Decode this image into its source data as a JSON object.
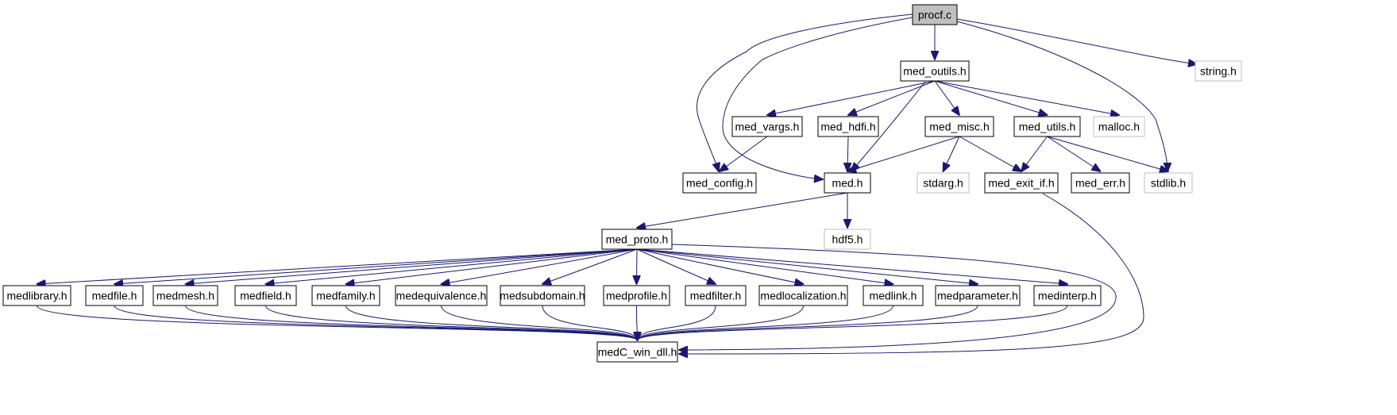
{
  "colors": {
    "edge": "#191970",
    "node_border": "#000000",
    "external_border": "#bfbfbf",
    "root_fill": "#bfbfbf",
    "background": "#ffffff"
  },
  "nodes": {
    "procf_c": {
      "label": "procf.c",
      "kind": "root"
    },
    "med_outils_h": {
      "label": "med_outils.h",
      "kind": "internal"
    },
    "string_h": {
      "label": "string.h",
      "kind": "external"
    },
    "med_vargs_h": {
      "label": "med_vargs.h",
      "kind": "internal"
    },
    "med_hdfi_h": {
      "label": "med_hdfi.h",
      "kind": "internal"
    },
    "med_misc_h": {
      "label": "med_misc.h",
      "kind": "internal"
    },
    "med_utils_h": {
      "label": "med_utils.h",
      "kind": "internal"
    },
    "malloc_h": {
      "label": "malloc.h",
      "kind": "external"
    },
    "med_config_h": {
      "label": "med_config.h",
      "kind": "internal"
    },
    "med_h": {
      "label": "med.h",
      "kind": "internal"
    },
    "stdarg_h": {
      "label": "stdarg.h",
      "kind": "external"
    },
    "med_exit_if_h": {
      "label": "med_exit_if.h",
      "kind": "internal"
    },
    "med_err_h": {
      "label": "med_err.h",
      "kind": "internal"
    },
    "stdlib_h": {
      "label": "stdlib.h",
      "kind": "external"
    },
    "hdf5_h": {
      "label": "hdf5.h",
      "kind": "external"
    },
    "med_proto_h": {
      "label": "med_proto.h",
      "kind": "internal"
    },
    "medlibrary_h": {
      "label": "medlibrary.h",
      "kind": "internal"
    },
    "medfile_h": {
      "label": "medfile.h",
      "kind": "internal"
    },
    "medmesh_h": {
      "label": "medmesh.h",
      "kind": "internal"
    },
    "medfield_h": {
      "label": "medfield.h",
      "kind": "internal"
    },
    "medfamily_h": {
      "label": "medfamily.h",
      "kind": "internal"
    },
    "medequivalence_h": {
      "label": "medequivalence.h",
      "kind": "internal"
    },
    "medsubdomain_h": {
      "label": "medsubdomain.h",
      "kind": "internal"
    },
    "medprofile_h": {
      "label": "medprofile.h",
      "kind": "internal"
    },
    "medfilter_h": {
      "label": "medfilter.h",
      "kind": "internal"
    },
    "medlocalization_h": {
      "label": "medlocalization.h",
      "kind": "internal"
    },
    "medlink_h": {
      "label": "medlink.h",
      "kind": "internal"
    },
    "medparameter_h": {
      "label": "medparameter.h",
      "kind": "internal"
    },
    "medinterp_h": {
      "label": "medinterp.h",
      "kind": "internal"
    },
    "medC_win_dll_h": {
      "label": "medC_win_dll.h",
      "kind": "internal"
    }
  },
  "edges": [
    [
      "procf_c",
      "med_outils_h"
    ],
    [
      "procf_c",
      "string_h"
    ],
    [
      "procf_c",
      "stdlib_h"
    ],
    [
      "procf_c",
      "med_config_h"
    ],
    [
      "procf_c",
      "med_h"
    ],
    [
      "med_outils_h",
      "med_vargs_h"
    ],
    [
      "med_outils_h",
      "med_hdfi_h"
    ],
    [
      "med_outils_h",
      "med_misc_h"
    ],
    [
      "med_outils_h",
      "med_utils_h"
    ],
    [
      "med_outils_h",
      "malloc_h"
    ],
    [
      "med_outils_h",
      "med_h"
    ],
    [
      "med_vargs_h",
      "med_config_h"
    ],
    [
      "med_hdfi_h",
      "med_h"
    ],
    [
      "med_misc_h",
      "med_h"
    ],
    [
      "med_misc_h",
      "stdarg_h"
    ],
    [
      "med_misc_h",
      "med_exit_if_h"
    ],
    [
      "med_utils_h",
      "med_exit_if_h"
    ],
    [
      "med_utils_h",
      "med_err_h"
    ],
    [
      "med_utils_h",
      "stdlib_h"
    ],
    [
      "med_h",
      "hdf5_h"
    ],
    [
      "med_h",
      "med_proto_h"
    ],
    [
      "med_exit_if_h",
      "medC_win_dll_h"
    ],
    [
      "med_proto_h",
      "medlibrary_h"
    ],
    [
      "med_proto_h",
      "medfile_h"
    ],
    [
      "med_proto_h",
      "medmesh_h"
    ],
    [
      "med_proto_h",
      "medfield_h"
    ],
    [
      "med_proto_h",
      "medfamily_h"
    ],
    [
      "med_proto_h",
      "medequivalence_h"
    ],
    [
      "med_proto_h",
      "medsubdomain_h"
    ],
    [
      "med_proto_h",
      "medprofile_h"
    ],
    [
      "med_proto_h",
      "medfilter_h"
    ],
    [
      "med_proto_h",
      "medlocalization_h"
    ],
    [
      "med_proto_h",
      "medlink_h"
    ],
    [
      "med_proto_h",
      "medparameter_h"
    ],
    [
      "med_proto_h",
      "medinterp_h"
    ],
    [
      "med_proto_h",
      "medC_win_dll_h"
    ],
    [
      "medlibrary_h",
      "medC_win_dll_h"
    ],
    [
      "medfile_h",
      "medC_win_dll_h"
    ],
    [
      "medmesh_h",
      "medC_win_dll_h"
    ],
    [
      "medfield_h",
      "medC_win_dll_h"
    ],
    [
      "medfamily_h",
      "medC_win_dll_h"
    ],
    [
      "medequivalence_h",
      "medC_win_dll_h"
    ],
    [
      "medsubdomain_h",
      "medC_win_dll_h"
    ],
    [
      "medprofile_h",
      "medC_win_dll_h"
    ],
    [
      "medfilter_h",
      "medC_win_dll_h"
    ],
    [
      "medlocalization_h",
      "medC_win_dll_h"
    ],
    [
      "medlink_h",
      "medC_win_dll_h"
    ],
    [
      "medparameter_h",
      "medC_win_dll_h"
    ],
    [
      "medinterp_h",
      "medC_win_dll_h"
    ]
  ]
}
